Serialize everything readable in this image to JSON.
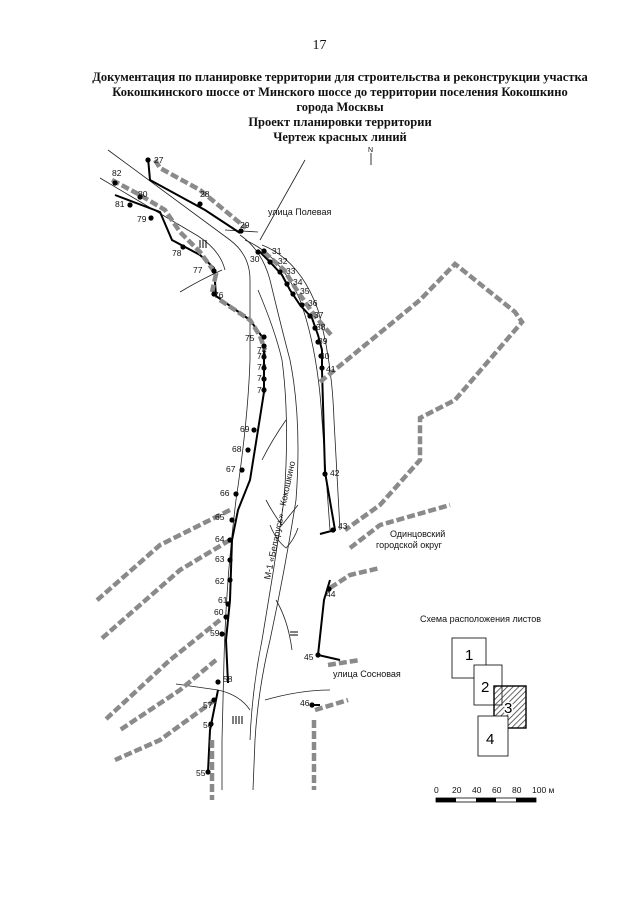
{
  "page_number": "17",
  "title": {
    "line1": "Документация по планировке территории для строительства и реконструкции участка",
    "line2": "Кокошкинского шоссе от Минского шоссе до территории поселения Кокошкино",
    "line3": "города Москвы",
    "line4": "Проект планировки территории",
    "line5": "Чертеж красных линий"
  },
  "north_label": "N",
  "map_labels": {
    "street_polevaya": "улица Полевая",
    "street_sosnovaya": "улица Сосновая",
    "district_line1": "Одинцовский",
    "district_line2": "городской округ",
    "road_name": "М-1 «Беларусь» - Кокошкино"
  },
  "points": [
    "27",
    "28",
    "29",
    "30",
    "31",
    "32",
    "33",
    "34",
    "35",
    "36",
    "37",
    "38",
    "39",
    "40",
    "41",
    "42",
    "43",
    "44",
    "45",
    "46",
    "55",
    "56",
    "57",
    "58",
    "59",
    "60",
    "61",
    "62",
    "63",
    "64",
    "65",
    "66",
    "67",
    "68",
    "69",
    "70",
    "71",
    "72",
    "73",
    "74",
    "75",
    "76",
    "77",
    "78",
    "79",
    "80",
    "81",
    "82"
  ],
  "sheet_scheme": {
    "title": "Схема расположения листов",
    "sheets": [
      "1",
      "2",
      "3",
      "4"
    ],
    "current_sheet": "3"
  },
  "scale_bar": {
    "ticks": [
      "0",
      "20",
      "40",
      "60",
      "80",
      "100 м"
    ]
  }
}
